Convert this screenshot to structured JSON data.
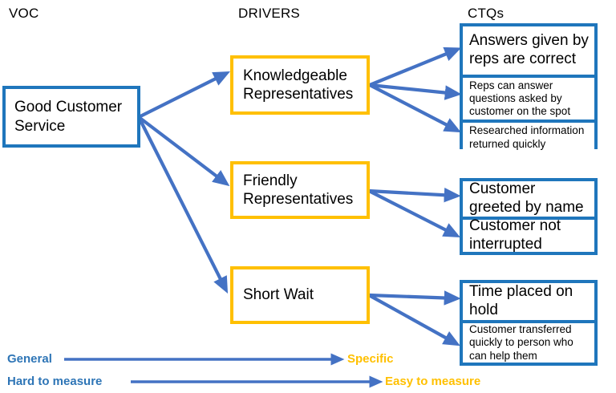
{
  "colors": {
    "blue_border": "#1F76BC",
    "gold_border": "#FFC000",
    "arrow_blue": "#4472C4",
    "legend_blue_text": "#2E75B6",
    "legend_gold_text": "#FFC000",
    "background": "#FFFFFF"
  },
  "headers": {
    "voc": "VOC",
    "drivers": "DRIVERS",
    "ctqs": "CTQs"
  },
  "voc": {
    "label": "Good Customer Service"
  },
  "drivers": [
    {
      "label": "Knowledgeable Representatives"
    },
    {
      "label": "Friendly Representatives"
    },
    {
      "label": "Short Wait"
    }
  ],
  "ctq_groups": [
    {
      "driver": "Knowledgeable Representatives",
      "items": [
        {
          "label": "Answers given by reps are correct",
          "size": "large"
        },
        {
          "label": "Reps can answer questions asked by customer on the spot",
          "size": "small"
        },
        {
          "label": "Researched information returned quickly",
          "size": "small"
        }
      ]
    },
    {
      "driver": "Friendly Representatives",
      "items": [
        {
          "label": "Customer greeted by name",
          "size": "large"
        },
        {
          "label": "Customer not interrupted",
          "size": "large"
        }
      ]
    },
    {
      "driver": "Short Wait",
      "items": [
        {
          "label": "Time placed on hold",
          "size": "large"
        },
        {
          "label": "Customer transferred quickly to person who can help them",
          "size": "small"
        }
      ]
    }
  ],
  "legend": {
    "row1": {
      "left": "General",
      "right": "Specific"
    },
    "row2": {
      "left": "Hard to measure",
      "right": "Easy to measure"
    }
  }
}
